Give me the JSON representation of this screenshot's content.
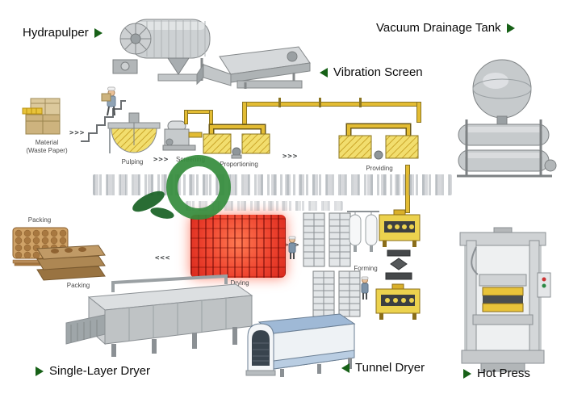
{
  "machine_labels": {
    "hydrapulper": "Hydrapulper",
    "vibration_screen": "Vibration Screen",
    "vacuum_drainage_tank": "Vacuum Drainage Tank",
    "single_layer_dryer": "Single-Layer Dryer",
    "tunnel_dryer": "Tunnel Dryer",
    "hot_press": "Hot Press"
  },
  "process_labels": {
    "material_line1": "Material",
    "material_line2": "(Waste Paper)",
    "pulping": "Pulping",
    "screening": "Screening",
    "proportioning": "Proportioning",
    "providing": "Providing",
    "forming": "Forming",
    "drying": "Drying",
    "packing_top": "Packing",
    "packing_bottom": "Packing"
  },
  "flow_arrows": {
    "right": ">>>",
    "left": "<<<"
  },
  "colors": {
    "background": "#ffffff",
    "label_text": "#0b0b0b",
    "stage_label_text": "#4a4a4a",
    "arrow_triangle_green": "#176117",
    "pipe_yellow": "#e3bc33",
    "tank_yellow_fill": "#f2de6e",
    "drying_red": "#ef4530",
    "machine_grey": "#c6cacc",
    "tunnel_blue": "#9fb9d6",
    "tray_brown": "#b5854e",
    "watermark_green": "#348c3c"
  }
}
